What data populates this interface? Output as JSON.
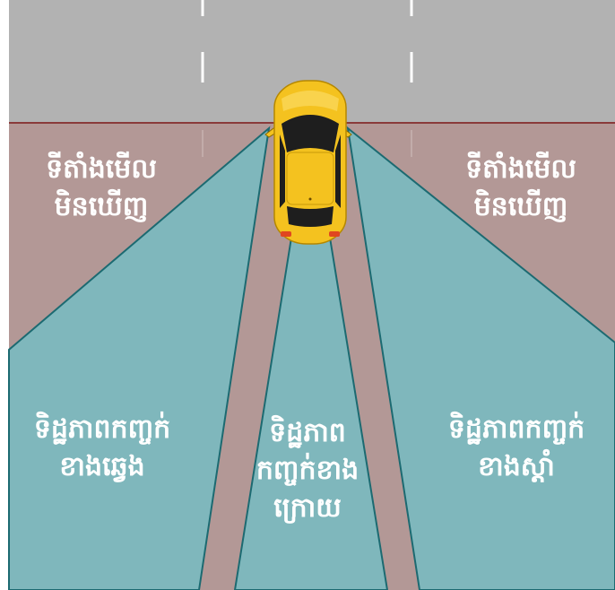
{
  "colors": {
    "road": "#b2b2b2",
    "blind_zone": "#b39896",
    "view_zone": "#7fb7bc",
    "zone_edge": "#1c6a71",
    "lane_marking": "#ffffff",
    "car_body": "#f4c21f",
    "car_glass": "#1e1e1e"
  },
  "labels": {
    "blind_left": [
      "ទីតាំងមើល",
      "មិនឃើញ"
    ],
    "blind_right": [
      "ទីតាំងមើល",
      "មិនឃើញ"
    ],
    "view_left": [
      "ទិដ្ឋភាពកញ្ចក់",
      "ខាងឆ្វេង"
    ],
    "view_rear": [
      "ទិដ្ឋភាព",
      "កញ្ចក់ខាង",
      "ក្រោយ"
    ],
    "view_right": [
      "ទិដ្ឋភាពកញ្ចក់",
      "ខាងស្តាំ"
    ]
  }
}
